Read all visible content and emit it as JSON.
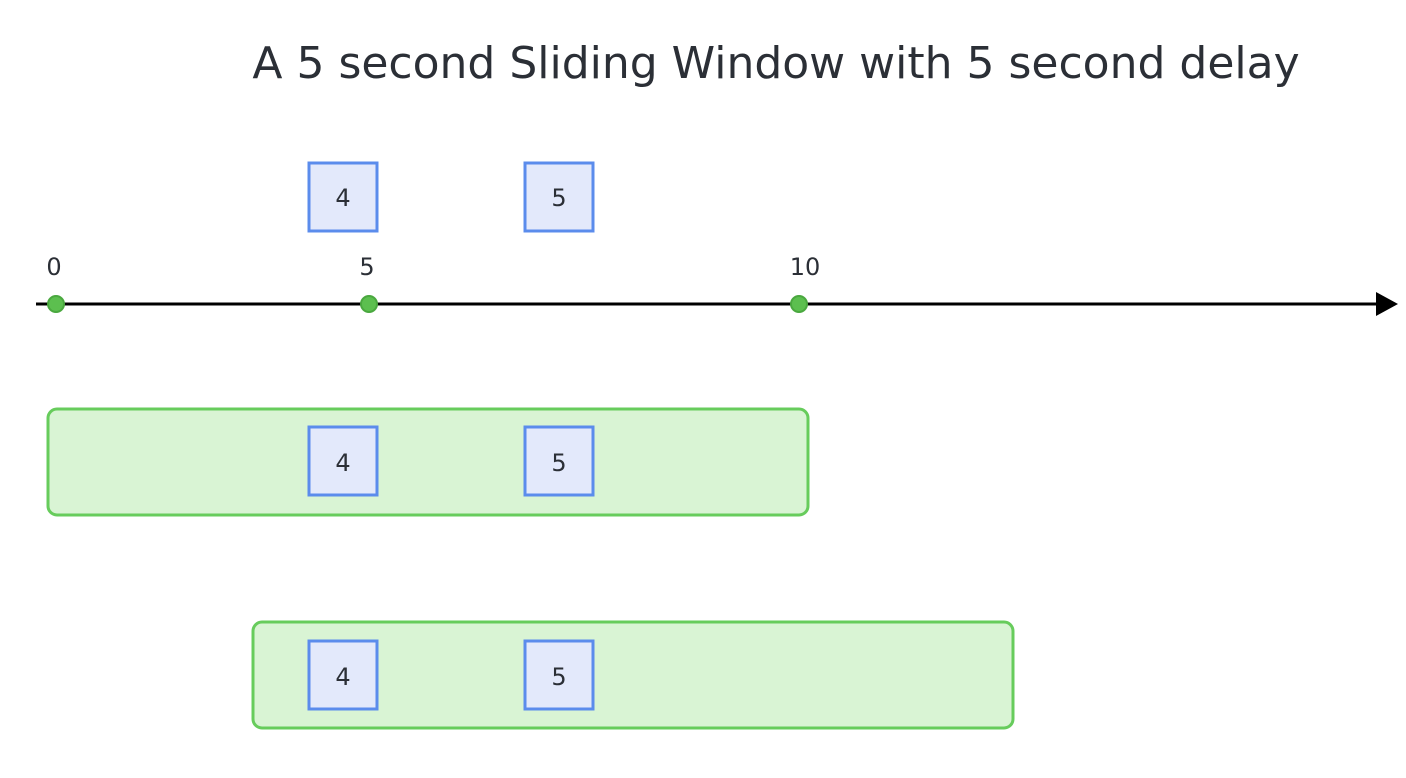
{
  "title": "A 5 second Sliding Window with 5 second delay",
  "colors": {
    "text": "#2b2f36",
    "axis": "#000000",
    "tick_dot": "#5cbf4f",
    "tick_dot_stroke": "#4aa83f",
    "event_fill": "#e3e9fb",
    "event_stroke": "#5b8cec",
    "window_fill": "#d9f4d4",
    "window_stroke": "#67cc5c"
  },
  "timeline": {
    "ticks": [
      {
        "label": "0"
      },
      {
        "label": "5"
      },
      {
        "label": "10"
      }
    ],
    "events": [
      {
        "label": "4"
      },
      {
        "label": "5"
      }
    ]
  },
  "windows": [
    {
      "events": [
        {
          "label": "4"
        },
        {
          "label": "5"
        }
      ]
    },
    {
      "events": [
        {
          "label": "4"
        },
        {
          "label": "5"
        }
      ]
    }
  ]
}
